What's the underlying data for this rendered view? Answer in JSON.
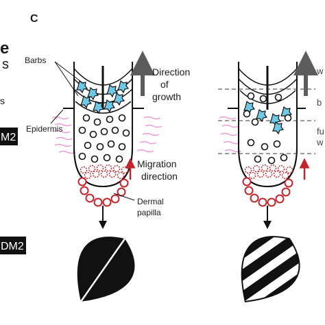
{
  "panel_label": "C",
  "left_strip": {
    "fragment_e": "e",
    "fragment_s1": "s",
    "fragment_s2": "s",
    "box_top": "M2",
    "box_bottom": "DM2"
  },
  "labels": {
    "barbs": "Barbs",
    "epidermis": "Epidermis",
    "direction_of_growth": [
      "Direction",
      "of",
      "growth"
    ],
    "migration_direction": [
      "Migration",
      "direction"
    ],
    "dermal_papilla": [
      "Dermal",
      "papilla"
    ]
  },
  "right_fragments": {
    "w1": "w",
    "b": "b",
    "f": "fu",
    "w2": "w"
  },
  "colors": {
    "accent_red": "#c0262c",
    "arrow_gray": "#5c5c5c",
    "cell_blue": "#6ec8e6",
    "epidermis_pink": "#e89bd6",
    "ink": "#111111"
  }
}
